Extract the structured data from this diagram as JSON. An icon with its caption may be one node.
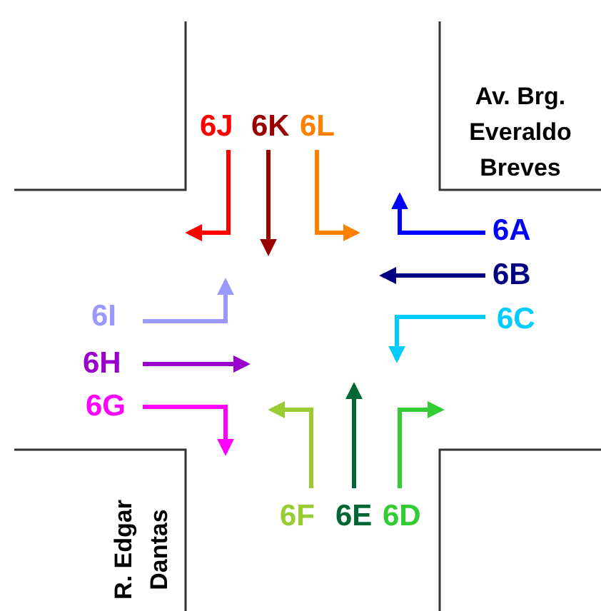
{
  "diagram": {
    "labels": [
      "6J",
      "6K",
      "6L",
      "Av. Brg. Everaldo Breves",
      "6A",
      "6B",
      "6I",
      "6C",
      "6H",
      "6G",
      "R. Edgar Dantas",
      "6F",
      "6E",
      "6D"
    ]
  }
}
